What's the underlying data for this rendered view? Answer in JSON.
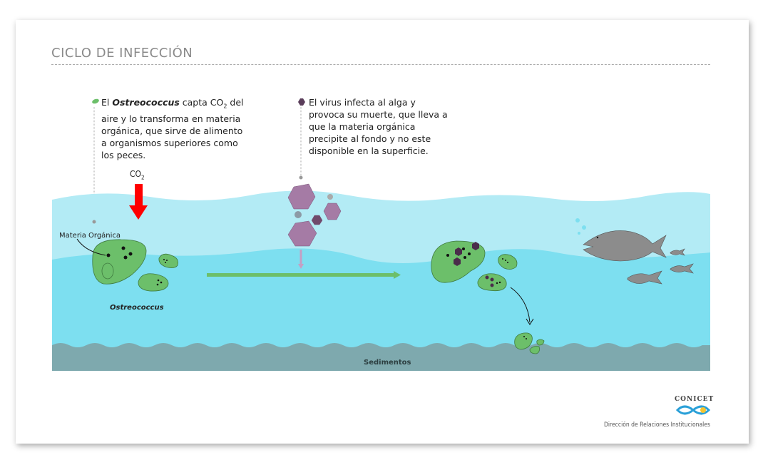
{
  "title": "CICLO DE INFECCIÓN",
  "note1": {
    "pre": "El ",
    "bold": "Ostreococcus",
    "post1": " capta CO",
    "sub": "2",
    "post2": " del aire y lo transforma en materia orgánica, que sirve de alimento a organismos superiores como los peces."
  },
  "note2": {
    "text": "El virus infecta al alga y provoca su muerte, que lleva a que la materia orgánica precipite al fondo y no este disponible en la superficie."
  },
  "co2": {
    "label": "CO",
    "sub": "2"
  },
  "labels": {
    "materia": "Materia Orgánica",
    "ostreococcus": "Ostreococcus",
    "sedimentos": "Sedimentos"
  },
  "footer": {
    "logo": "CONICET",
    "dept": "Dirección de Relaciones Institucionales"
  },
  "colors": {
    "water_light": "#b3ebf5",
    "water": "#7ddff0",
    "sediment": "#7ea9ae",
    "algae": "#6cbf6a",
    "virus": "#9e6f9a",
    "arrow": "#ff0000",
    "fish": "#8c8c8c"
  }
}
